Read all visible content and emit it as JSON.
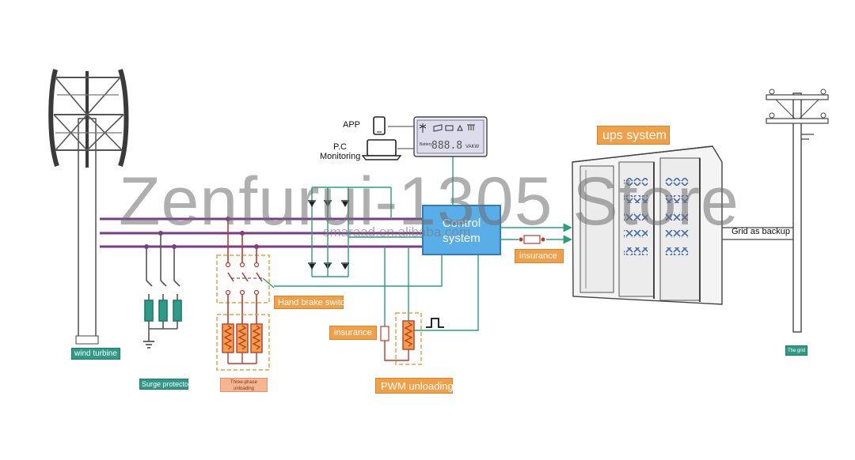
{
  "labels": {
    "app": "APP",
    "pc": "P.C",
    "monitoring": "Monitoring",
    "ups_system": "ups system",
    "control_line1": "Control",
    "control_line2": "system",
    "insurance_right": "insurance",
    "insurance_left": "insurance",
    "grid_as_backup": "Grid as backup",
    "hand_brake_switch": "Hand brake switch",
    "wind_turbine": "wind turbine",
    "surge_protector": "Surge protector",
    "three_phase_line1": "Three-phase",
    "three_phase_line2": "unloading",
    "pwm_unloading": "PWM unloading",
    "the_grid": "The grid"
  },
  "controller_display": {
    "digits": "888.8",
    "unit": "VAKW",
    "battery_text": "Battery"
  },
  "watermark": {
    "main": "Zenfurui-1305 Store",
    "sub": "smaraad.en.alibaba.com"
  },
  "colors": {
    "ac_line": "#7b3b8c",
    "dc_line": "#28a079",
    "control_fill": "#5aaee8",
    "ups_orange": "#f1a04a",
    "teal_label": "#2f9a86",
    "dashed_box": "#e8a040",
    "resistor_red": "#d9473a"
  },
  "icons": [
    "wind-turbine-icon",
    "phone-icon",
    "laptop-icon",
    "controller-icon",
    "utility-pole-icon",
    "ups-cabinet-icon",
    "pulse-icon",
    "ground-icon"
  ]
}
